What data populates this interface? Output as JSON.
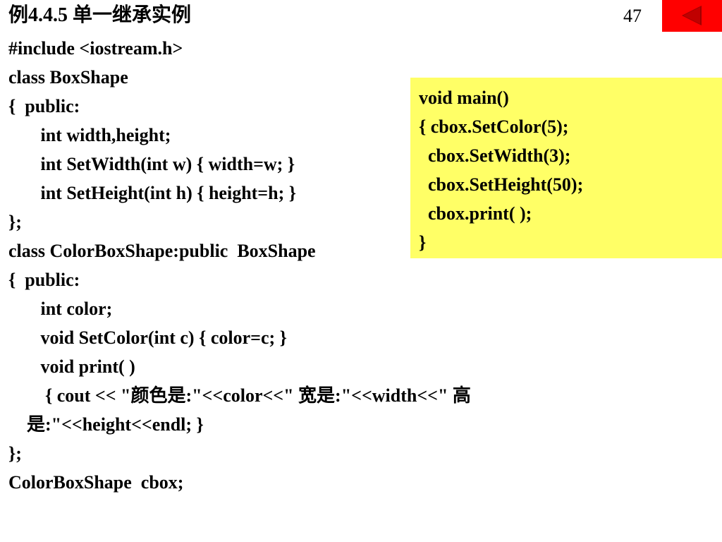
{
  "slide": {
    "title": "例4.4.5  单一继承实例",
    "page_number": "47",
    "nav_icon": "back-arrow-icon"
  },
  "code_lines": [
    "#include <iostream.h>",
    "class BoxShape",
    "{  public:",
    "       int width,height;",
    "       int SetWidth(int w) { width=w; }",
    "       int SetHeight(int h) { height=h; }",
    "};",
    "class ColorBoxShape:public  BoxShape",
    "{  public:",
    "       int color;",
    "       void SetColor(int c) { color=c; }",
    "       void print( )",
    "        { cout << \"颜色是:\"<<color<<\" 宽是:\"<<width<<\" 高",
    "    是:\"<<height<<endl; }",
    "};",
    "ColorBoxShape  cbox;"
  ],
  "main_box": {
    "background": "#ffff66",
    "lines": [
      "void main()",
      "{ cbox.SetColor(5);",
      "  cbox.SetWidth(3);",
      "  cbox.SetHeight(50);",
      "  cbox.print( );",
      "}"
    ]
  },
  "colors": {
    "nav_button": "#ff0000",
    "nav_arrow": "#a00000"
  }
}
